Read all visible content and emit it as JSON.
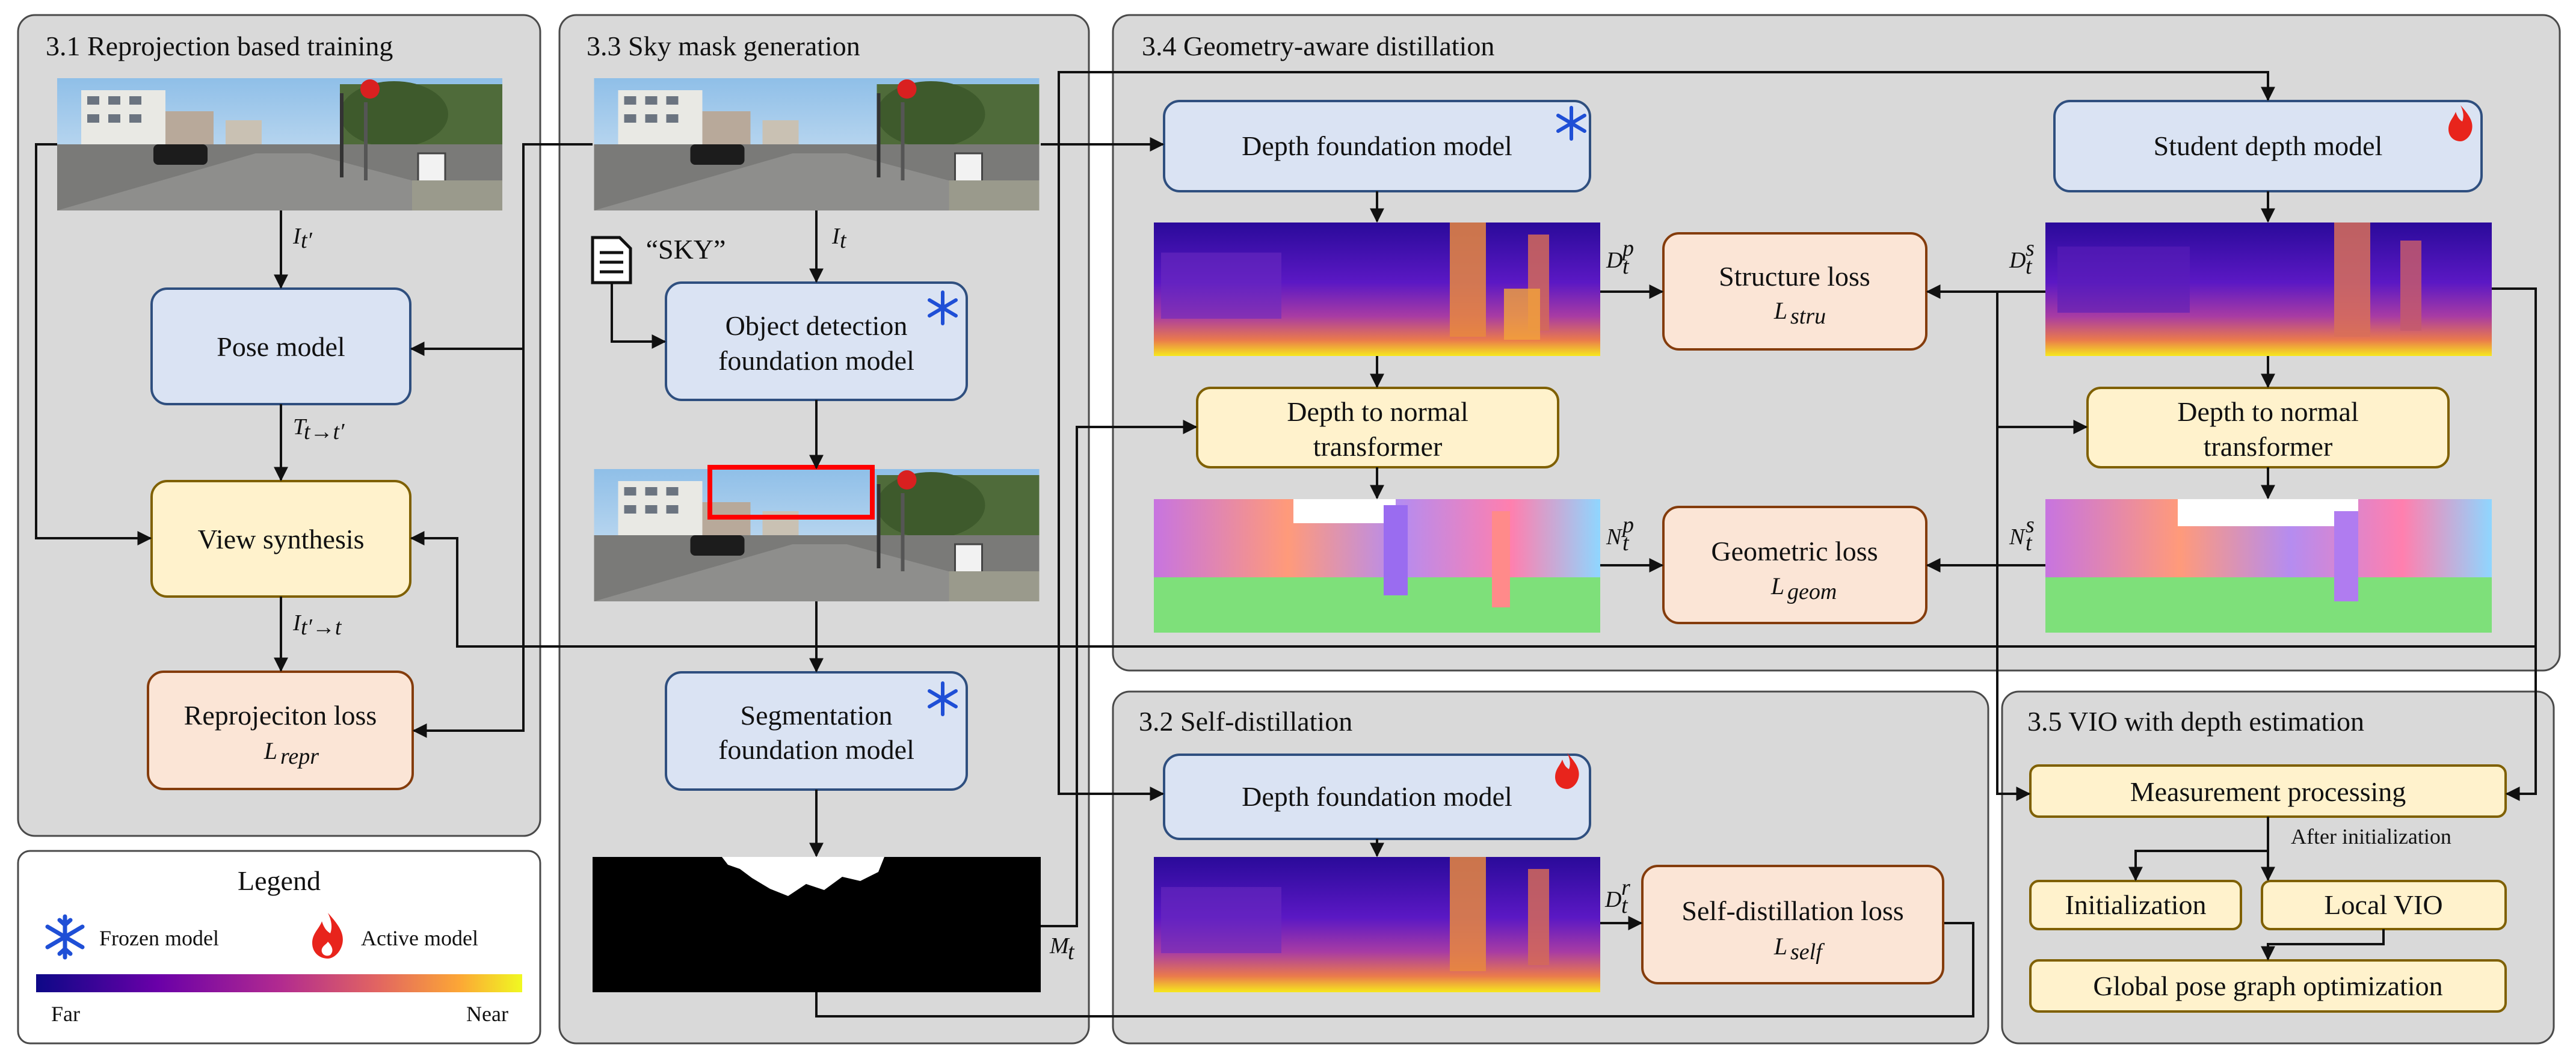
{
  "panels": {
    "p31": "3.1 Reprojection based training",
    "p33": "3.3 Sky mask generation",
    "p34": "3.4 Geometry-aware distillation",
    "p32": "3.2 Self-distillation",
    "p35": "3.5 VIO with depth estimation"
  },
  "boxes": {
    "pose_model": "Pose model",
    "view_synthesis": "View synthesis",
    "reproj_loss": "Reprojeciton loss",
    "reproj_loss_sub": "L",
    "reproj_loss_subsub": "repr",
    "object_detection_1": "Object detection",
    "object_detection_2": "foundation model",
    "segmentation_1": "Segmentation",
    "segmentation_2": "foundation model",
    "depth_fm_34": "Depth foundation model",
    "student_depth": "Student depth model",
    "d2n_1": "Depth to normal",
    "d2n_2": "transformer",
    "structure_loss": "Structure loss",
    "structure_loss_sub": "L",
    "structure_loss_subsub": "stru",
    "geometric_loss": "Geometric loss",
    "geometric_loss_sub": "L",
    "geometric_loss_subsub": "geom",
    "depth_fm_32": "Depth foundation model",
    "self_distill_loss": "Self-distillation loss",
    "self_distill_sub": "L",
    "self_distill_subsub": "self",
    "measurement": "Measurement processing",
    "after_init": "After initialization",
    "initialization": "Initialization",
    "local_vio": "Local VIO",
    "global_pgo": "Global pose graph optimization"
  },
  "labels": {
    "sky_prompt": "“SKY”",
    "I_tprime": "I",
    "I_t": "I",
    "T_arrow": "T",
    "T_arrow_sub": "t→t′",
    "I_syn": "I",
    "I_syn_sub": "t′→t",
    "Dp": "D",
    "Ds": "D",
    "Np": "N",
    "Ns": "N",
    "Dr": "D",
    "Mt": "M"
  },
  "legend": {
    "title": "Legend",
    "frozen": "Frozen model",
    "active": "Active model",
    "far": "Far",
    "near": "Near"
  },
  "colors": {
    "frozen_icon": "#1f4fd6",
    "active_icon": "#e8241c",
    "detection_box": "#ff0000",
    "colormap": [
      "#0d0887",
      "#6a00a8",
      "#b12a90",
      "#e16462",
      "#fca636",
      "#f0f921"
    ]
  }
}
